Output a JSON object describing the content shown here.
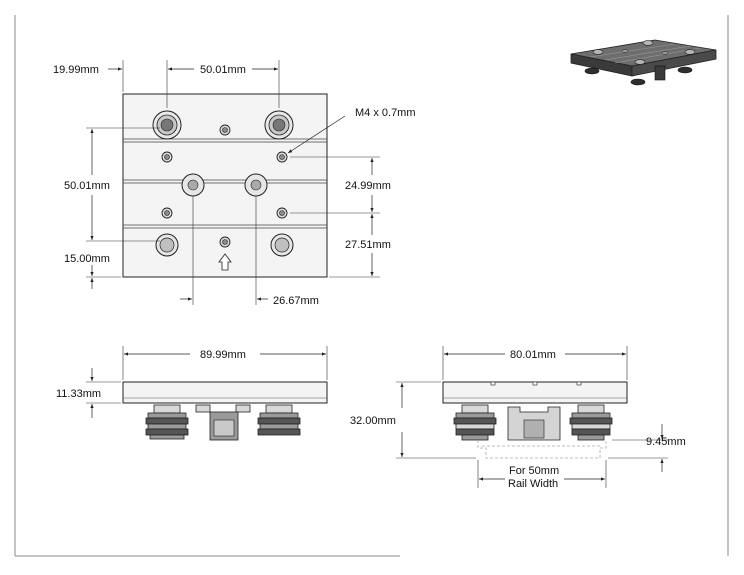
{
  "top_view": {
    "dim_left_offset": "19.99mm",
    "dim_hole_spacing": "50.01mm",
    "dim_vertical_spacing": "50.01mm",
    "dim_bottom_offset": "15.00mm",
    "dim_thread": "M4 x 0.7mm",
    "dim_center_spacing": "24.99mm",
    "dim_lower_spacing": "27.51mm",
    "dim_mount_hole": "26.67mm"
  },
  "side_view": {
    "dim_width": "89.99mm",
    "dim_height": "11.33mm"
  },
  "end_view": {
    "dim_width": "80.01mm",
    "dim_total_height": "32.00mm",
    "dim_rail_offset": "9.45mm",
    "rail_note_line1": "For 50mm",
    "rail_note_line2": "Rail Width"
  },
  "colors": {
    "frame": "#888888",
    "line": "#222222",
    "plate_fill": "#f4f4f4"
  }
}
